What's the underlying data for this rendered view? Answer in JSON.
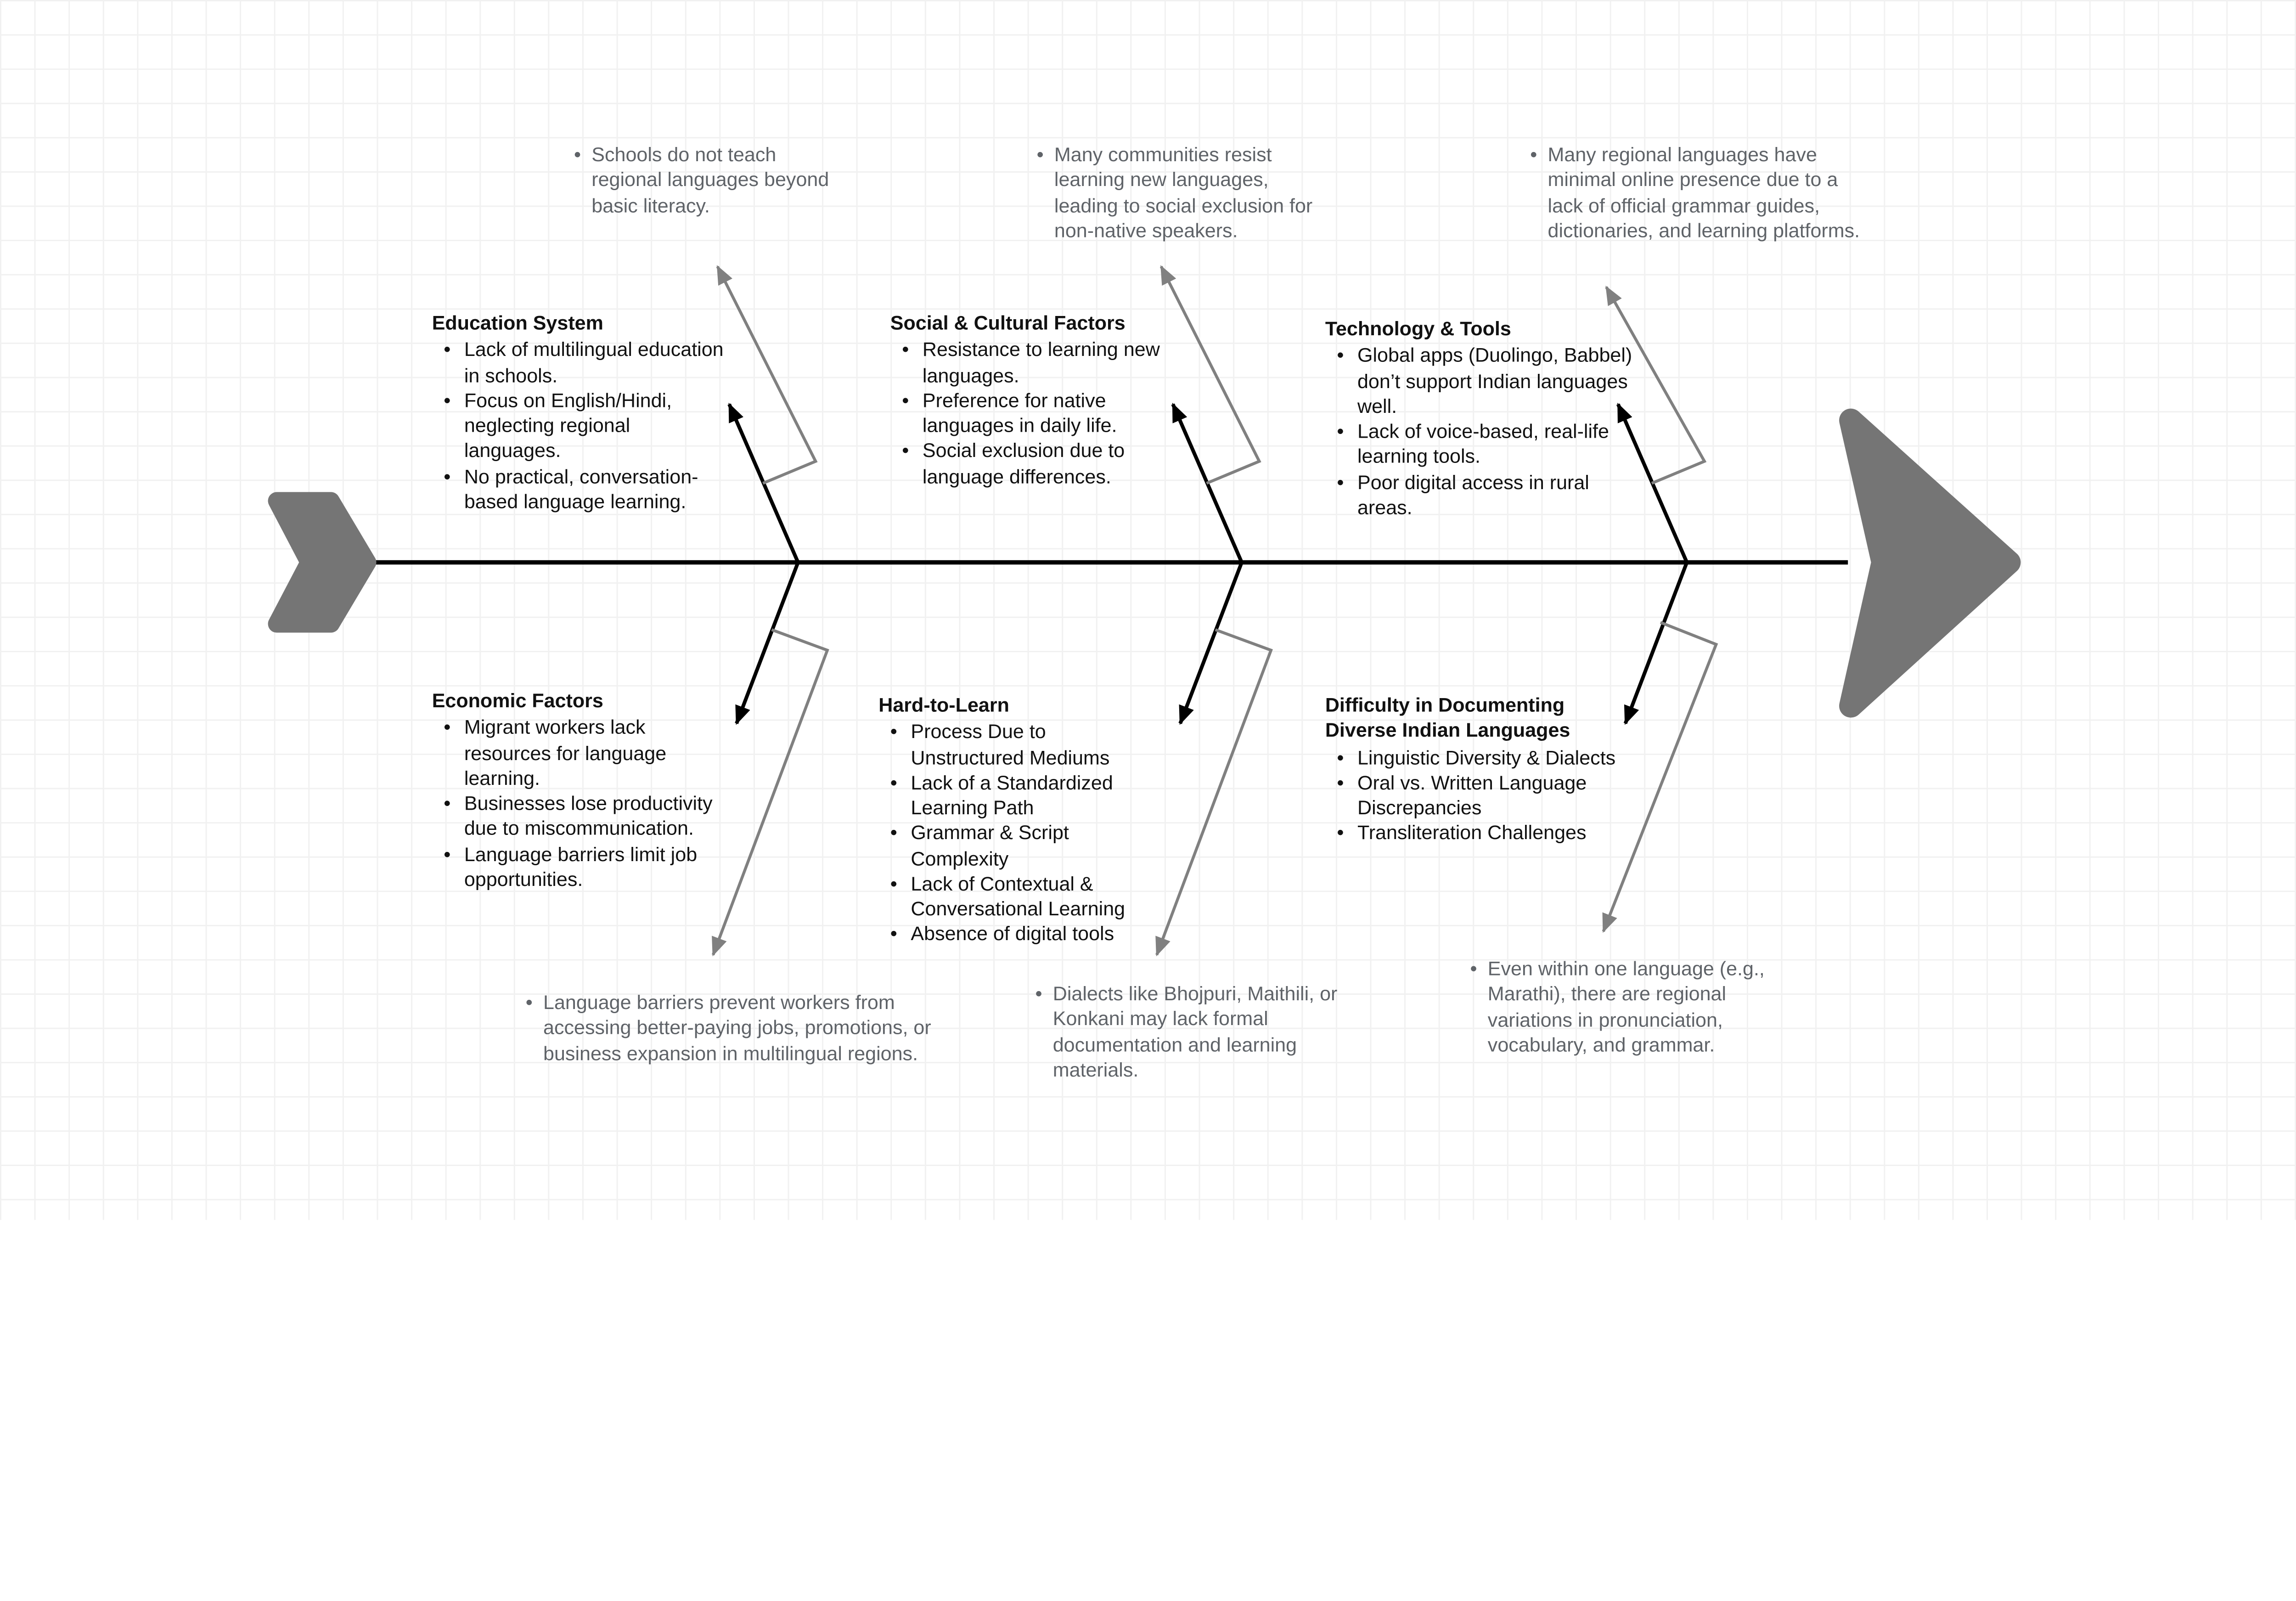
{
  "diagram_type": "fishbone-cause-effect",
  "colors": {
    "background": "#ffffff",
    "grid_line": "#f1f1f1",
    "spine_and_bones": "#000000",
    "note_arrows_gray": "#808080",
    "head_tail_gray": "#757575",
    "note_text_gray": "#5f6368",
    "category_text": "#111111"
  },
  "top_notes": [
    {
      "text": "Schools do not teach regional languages beyond basic literacy."
    },
    {
      "text": "Many communities resist learning new languages, leading to social exclusion for non-native speakers."
    },
    {
      "text": "Many regional languages have minimal online presence due to a lack of official grammar guides, dictionaries, and learning platforms."
    }
  ],
  "top_categories": [
    {
      "title": "Education System",
      "items": [
        "Lack of multilingual education in schools.",
        "Focus on English/Hindi, neglecting regional languages.",
        "No practical, conversation-based language learning."
      ]
    },
    {
      "title": "Social & Cultural Factors",
      "items": [
        "Resistance to learning new languages.",
        "Preference for native languages in daily life.",
        "Social exclusion due to language differences."
      ]
    },
    {
      "title": "Technology & Tools",
      "items": [
        "Global apps (Duolingo, Babbel) don’t support Indian languages well.",
        "Lack of voice-based, real-life learning tools.",
        "Poor digital access in rural areas."
      ]
    }
  ],
  "bottom_categories": [
    {
      "title": "Economic Factors",
      "items": [
        "Migrant workers lack resources for language learning.",
        "Businesses lose productivity due to miscommunication.",
        "Language barriers limit job opportunities."
      ]
    },
    {
      "title": "Hard-to-Learn",
      "items": [
        "Process Due to Unstructured Mediums",
        "Lack of a Standardized Learning Path",
        "Grammar & Script Complexity",
        "Lack of Contextual & Conversational Learning",
        "Absence of digital tools"
      ]
    },
    {
      "title": "Difficulty in Documenting Diverse Indian Languages",
      "items": [
        "Linguistic Diversity & Dialects",
        "Oral vs. Written Language Discrepancies",
        "Transliteration Challenges"
      ]
    }
  ],
  "bottom_notes": [
    {
      "text": "Language barriers prevent workers from accessing better-paying jobs, promotions, or business expansion in multilingual regions."
    },
    {
      "text": "Dialects like Bhojpuri, Maithili, or Konkani may lack formal documentation and learning materials."
    },
    {
      "text": "Even within one language (e.g., Marathi), there are regional variations in pronunciation, vocabulary, and grammar."
    }
  ]
}
